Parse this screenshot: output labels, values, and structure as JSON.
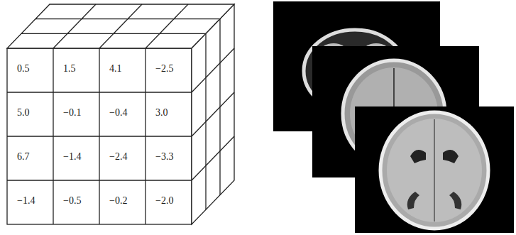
{
  "diagram": {
    "labels": [
      "0.5",
      "1.5",
      "4.1",
      "−2.5",
      "5.0",
      "−0.1",
      "−0.4",
      "3.0",
      "6.7",
      "−1.4",
      "−2.4",
      "−3.3",
      "−1.4",
      "−0.5",
      "−0.2",
      "−2.0"
    ]
  }
}
